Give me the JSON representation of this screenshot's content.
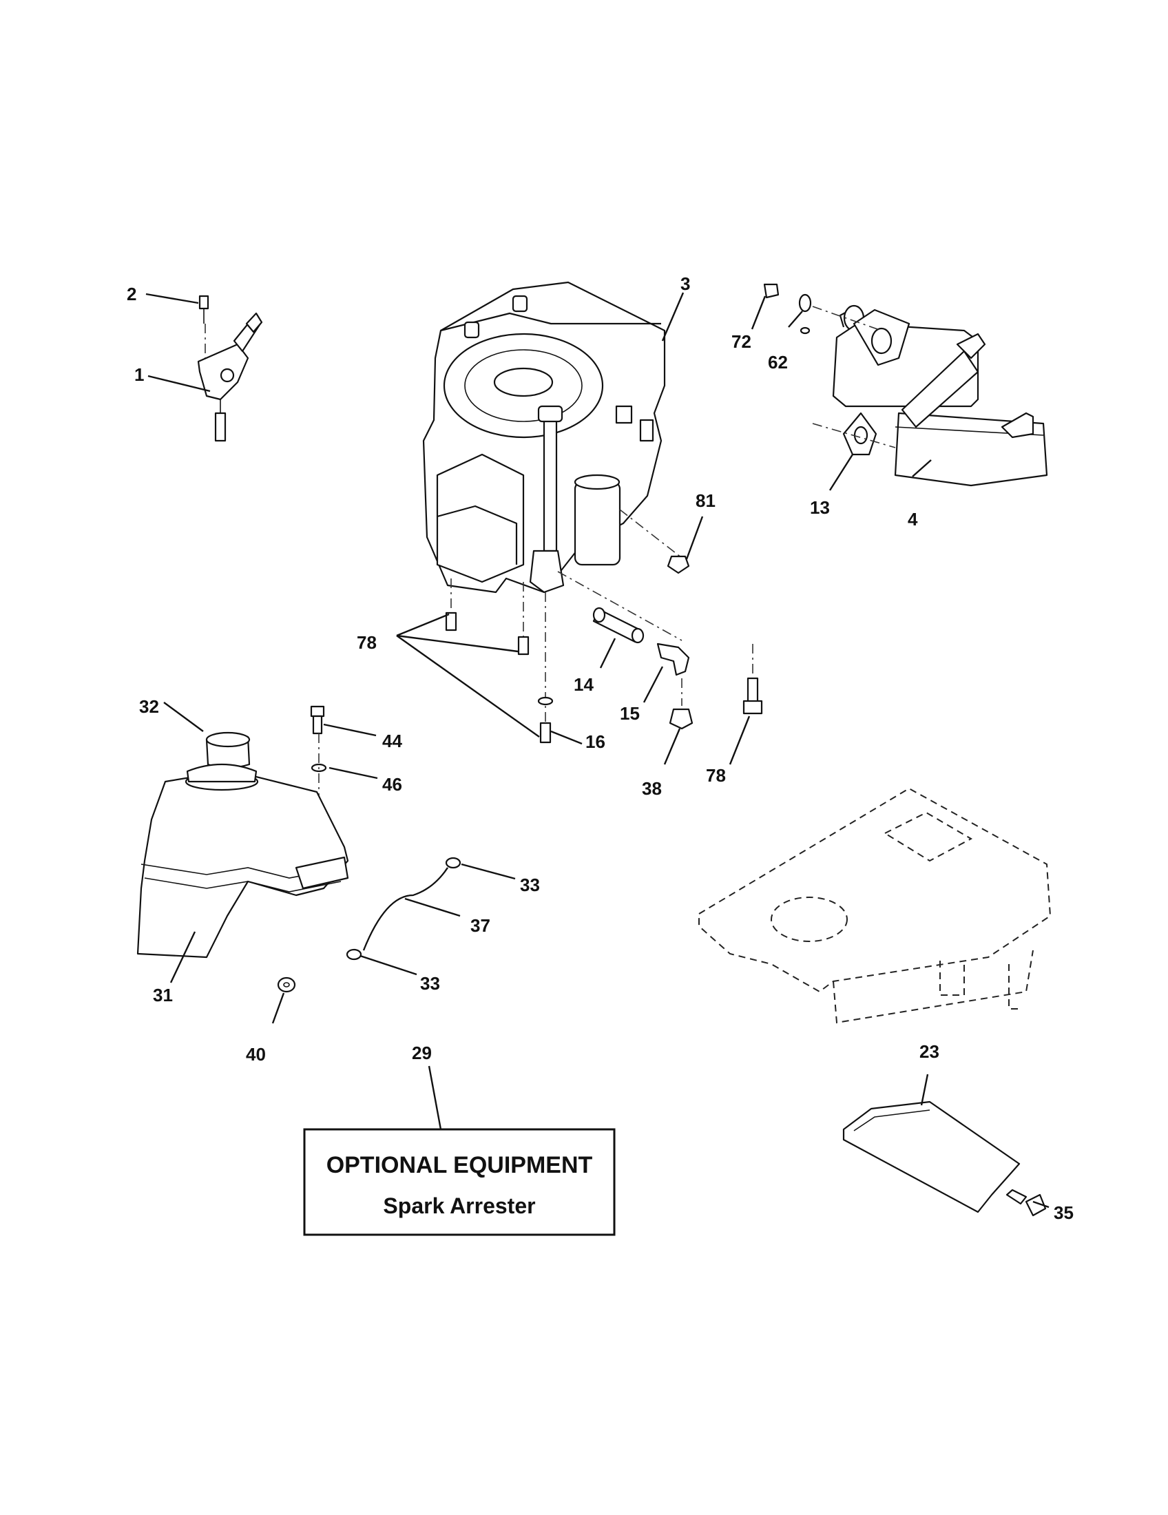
{
  "callouts": {
    "c1": "1",
    "c2": "2",
    "c3": "3",
    "c4": "4",
    "c13": "13",
    "c14": "14",
    "c15": "15",
    "c16": "16",
    "c23": "23",
    "c29": "29",
    "c31": "31",
    "c32": "32",
    "c33a": "33",
    "c33b": "33",
    "c35": "35",
    "c37": "37",
    "c38": "38",
    "c40": "40",
    "c44": "44",
    "c46": "46",
    "c62": "62",
    "c72": "72",
    "c78a": "78",
    "c78b": "78",
    "c81": "81"
  },
  "optional_box": {
    "title": "OPTIONAL EQUIPMENT",
    "subtitle": "Spark Arrester"
  }
}
